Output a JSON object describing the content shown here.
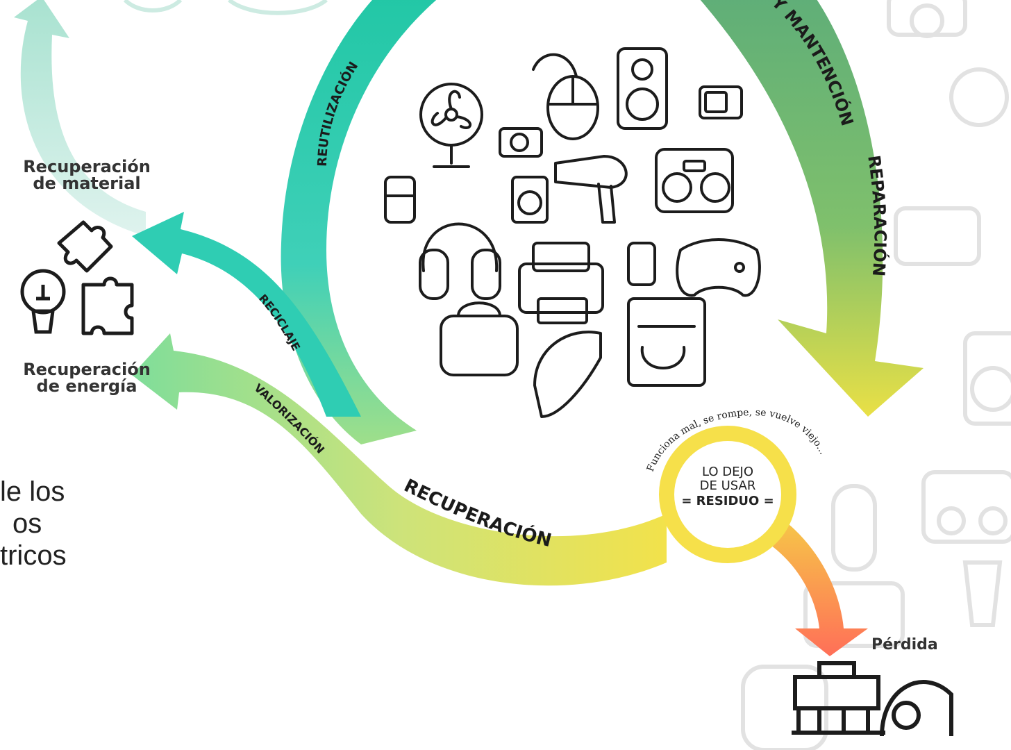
{
  "labels": {
    "mantencion": "Y MANTENCIÓN",
    "reparacion": "REPARACIÓN",
    "reutilizacion": "REUTILIZACIÓN",
    "reciclaje": "RECICLAJE",
    "valorizacion": "VALORIZACIÓN",
    "recuperacion": "RECUPERACIÓN",
    "funciona_mal": "Funciona mal, se rompe, se vuelve viejo..."
  },
  "center": {
    "line1": "LO DEJO",
    "line2": "DE USAR",
    "line3": "= RESIDUO ="
  },
  "side": {
    "material_l1": "Recuperación",
    "material_l2": "de material",
    "energia_l1": "Recuperación",
    "energia_l2": "de energía",
    "perdida": "Pérdida"
  },
  "title_fragment": {
    "l1": "le los",
    "l2": "os",
    "l3": "tricos"
  },
  "colors": {
    "teal": "#1ec9b4",
    "green": "#5bb37a",
    "yellow": "#f2e04a",
    "orange": "#ff7b55",
    "pale_teal": "#bfe8df"
  }
}
